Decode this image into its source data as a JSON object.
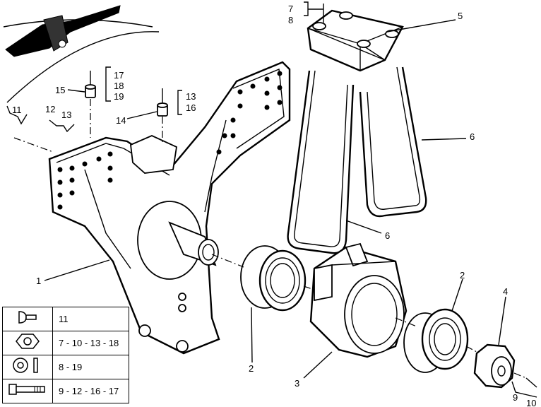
{
  "callouts": {
    "c1": "1",
    "c2a": "2",
    "c2b": "2",
    "c3": "3",
    "c4": "4",
    "c5": "5",
    "c6a": "6",
    "c6b": "6",
    "c7": "7",
    "c8": "8",
    "c9": "9",
    "c10": "10",
    "c11": "11",
    "c12": "12",
    "c13a": "13",
    "c13b": "13",
    "c14": "14",
    "c15": "15",
    "c16": "16",
    "c17": "17",
    "c18": "18",
    "c19": "19"
  },
  "legend": [
    {
      "icon": "bolt-head-icon",
      "codes": "11"
    },
    {
      "icon": "hex-nut-icon",
      "codes": "7 - 10 - 13 - 18"
    },
    {
      "icon": "washer-icon",
      "codes": "8 - 19"
    },
    {
      "icon": "bolt-icon",
      "codes": "9 - 12 - 16 - 17"
    }
  ]
}
